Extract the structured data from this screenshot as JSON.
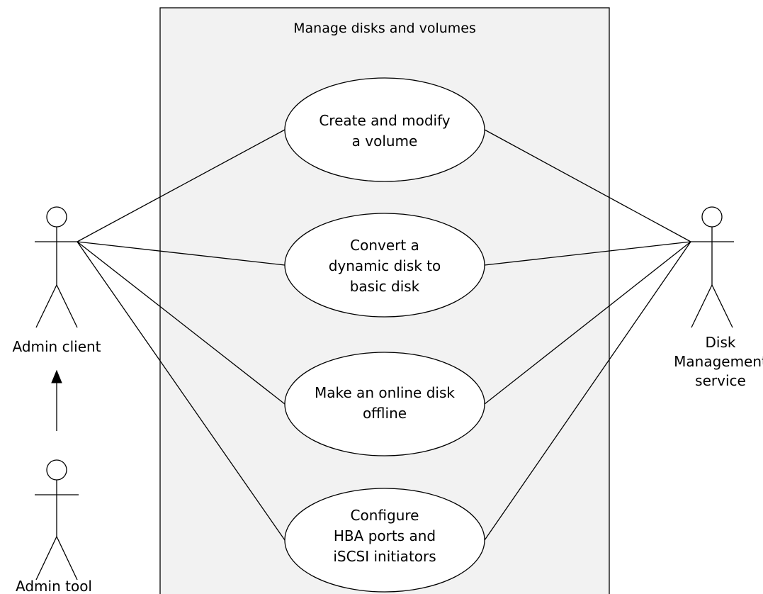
{
  "diagram": {
    "boundary": {
      "title": "Manage disks and volumes"
    },
    "actors": {
      "admin_client": {
        "label": "Admin client"
      },
      "disk_management": {
        "label_lines": [
          "Disk",
          "Management",
          "service"
        ]
      },
      "admin_tool": {
        "label": "Admin tool"
      }
    },
    "use_cases": [
      {
        "lines": [
          "Create and modify",
          "a volume"
        ]
      },
      {
        "lines": [
          "Convert a",
          "dynamic disk to",
          "basic disk"
        ]
      },
      {
        "lines": [
          "Make an online disk",
          "offline"
        ]
      },
      {
        "lines": [
          "Configure",
          "HBA ports and",
          "iSCSI initiators"
        ]
      }
    ],
    "colors": {
      "boundary_fill": "#f2f2f2",
      "stroke": "#000000",
      "ellipse_fill": "#ffffff"
    }
  }
}
